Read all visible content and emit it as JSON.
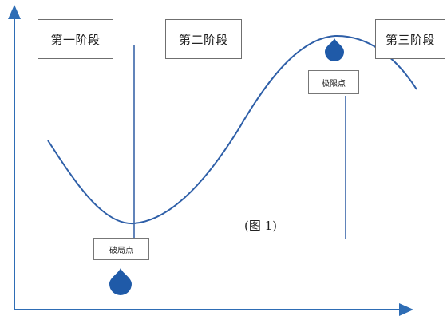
{
  "stages": [
    {
      "label": "第一阶段"
    },
    {
      "label": "第二阶段"
    },
    {
      "label": "第三阶段"
    }
  ],
  "markers": {
    "trough_label": "破局点",
    "peak_label": "极限点"
  },
  "caption": "(图 1)",
  "colors": {
    "axis": "#2e6db5",
    "curve": "#2e5fa8",
    "drop": "#1f5aa8",
    "line": "#3a66a8"
  }
}
